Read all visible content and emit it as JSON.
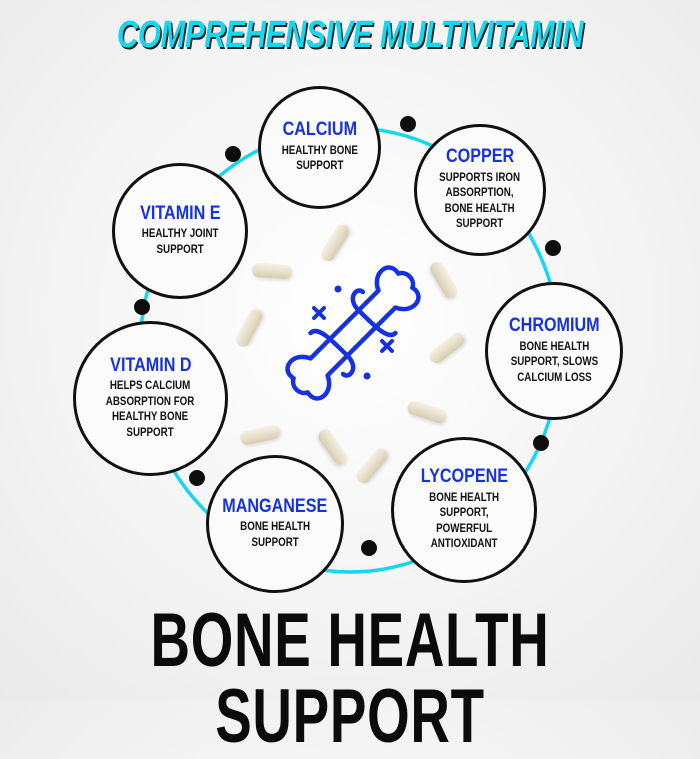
{
  "header": {
    "title": "COMPREHENSIVE MULTIVITAMIN"
  },
  "footer": {
    "title": "BONE HEALTH SUPPORT"
  },
  "colors": {
    "accent_cyan": "#17d7ef",
    "nutrient_blue": "#1631e0",
    "text_black": "#111111",
    "capsule": "#ebe3cf"
  },
  "center_icon": "bone-icon",
  "nutrients": [
    {
      "name": "CALCIUM",
      "description": "HEALTHY BONE\nSUPPORT"
    },
    {
      "name": "COPPER",
      "description": "SUPPORTS IRON\nABSORPTION,\nBONE HEALTH\nSUPPORT"
    },
    {
      "name": "CHROMIUM",
      "description": "BONE HEALTH\nSUPPORT, SLOWS\nCALCIUM LOSS"
    },
    {
      "name": "LYCOPENE",
      "description": "BONE HEALTH\nSUPPORT,\nPOWERFUL\nANTIOXIDANT"
    },
    {
      "name": "MANGANESE",
      "description": "BONE HEALTH\nSUPPORT"
    },
    {
      "name": "VITAMIN D",
      "description": "HELPS CALCIUM\nABSORPTION FOR\nHEALTHY BONE\nSUPPORT"
    },
    {
      "name": "VITAMIN E",
      "description": "HEALTHY JOINT\nSUPPORT"
    }
  ]
}
